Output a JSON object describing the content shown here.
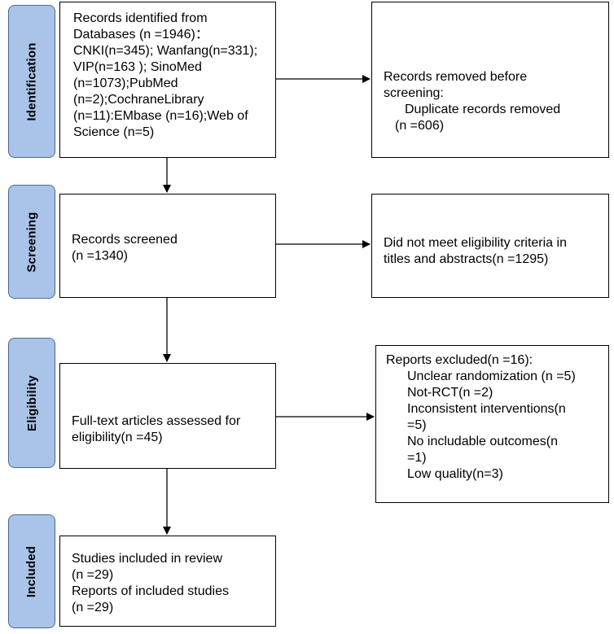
{
  "stages": {
    "identification": "Identification",
    "screening": "Screening",
    "eligibility": "Eligibility",
    "included": "Included"
  },
  "identification_box": {
    "lines": [
      "Records identified from",
      "Databases (n =1946)：",
      "CNKI(n=345); Wanfang(n=331);",
      "VIP(n=163 ); SinoMed",
      "(n=1073);PubMed",
      "(n=2);CochraneLibrary",
      "(n=11):EMbase (n=16);Web of",
      "Science (n=5)"
    ]
  },
  "removed_box": {
    "line1": "Records removed before",
    "line2": "screening:",
    "line3": "Duplicate records removed",
    "line4": "(n =606)"
  },
  "screened_box": {
    "line1": "Records screened",
    "line2": "(n =1340)"
  },
  "excluded_screen_box": {
    "line1": "Did not meet eligibility criteria in",
    "line2": "titles and abstracts(n =1295)"
  },
  "fulltext_box": {
    "line1": "Full-text articles assessed for",
    "line2": "eligibility(n =45)"
  },
  "reports_excluded_box": {
    "heading": "Reports excluded(n =16):",
    "items": [
      "Unclear randomization (n =5)",
      "Not-RCT(n =2)",
      "Inconsistent interventions(n",
      "=5)",
      "No includable outcomes(n",
      "=1)",
      "Low quality(n=3)"
    ]
  },
  "included_box": {
    "line1": "Studies included in review",
    "line2": "(n =29)",
    "line3": "Reports of included studies",
    "line4": "(n =29)"
  }
}
